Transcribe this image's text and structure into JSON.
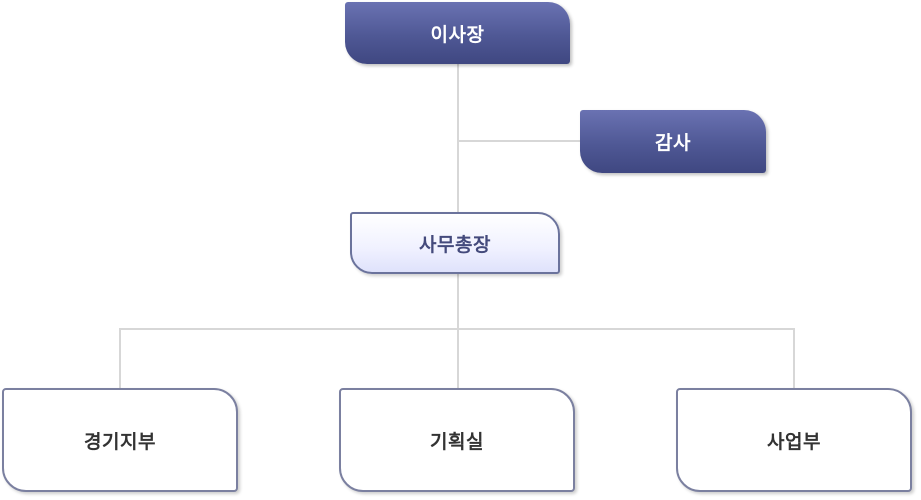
{
  "org_chart": {
    "chairman": "이사장",
    "auditor": "감사",
    "secretary_general": "사무총장",
    "departments": [
      {
        "label": "경기지부"
      },
      {
        "label": "기획실"
      },
      {
        "label": "사업부"
      }
    ]
  },
  "colors": {
    "dark_node": "#4f5895",
    "light_node_border": "#6b739c",
    "dept_border": "#7b80a0",
    "connector": "#d7d7d7"
  }
}
